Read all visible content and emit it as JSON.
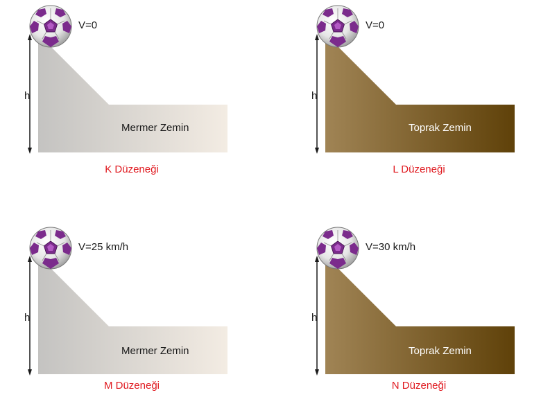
{
  "setups": [
    {
      "velocity": "V=0",
      "height_label": "h",
      "surface_label": "Mermer Zemin",
      "caption": "K Düzeneği",
      "surface": "marble"
    },
    {
      "velocity": "V=0",
      "height_label": "h",
      "surface_label": "Toprak Zemin",
      "caption": "L Düzeneği",
      "surface": "soil"
    },
    {
      "velocity": "V=25 km/h",
      "height_label": "h",
      "surface_label": "Mermer Zemin",
      "caption": "M Düzeneği",
      "surface": "marble"
    },
    {
      "velocity": "V=30 km/h",
      "height_label": "h",
      "surface_label": "Toprak Zemin",
      "caption": "N Düzeneği",
      "surface": "soil"
    }
  ],
  "colors": {
    "caption": "#e0191f",
    "marble_start": "#c4c3c1",
    "marble_end": "#f3ece3",
    "soil_start": "#a08455",
    "soil_end": "#5f4109",
    "marble_text": "#1a1a1a",
    "soil_text": "#ffffff",
    "ball_purple": "#7b2b8c",
    "ball_white": "#f2f2f2"
  }
}
